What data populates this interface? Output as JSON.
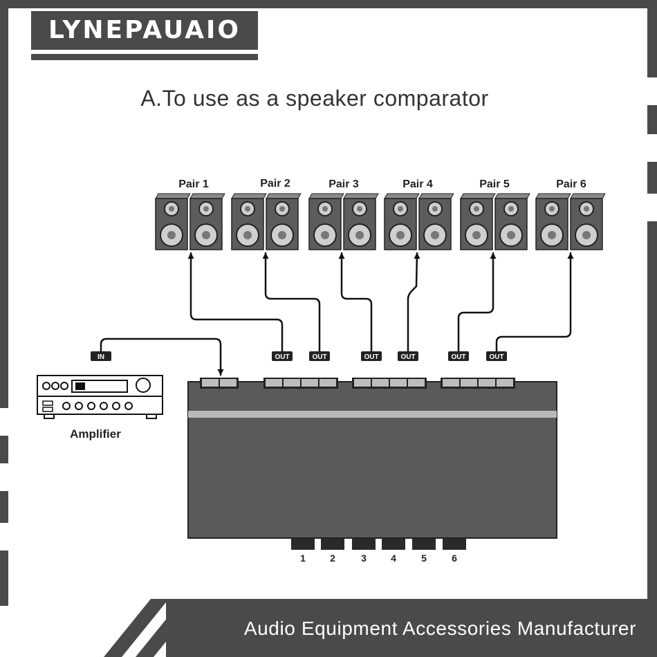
{
  "brand": {
    "logo_text": "LYNEPAUAIO"
  },
  "heading": "A.To use as a speaker comparator",
  "footer": {
    "text": "Audio Equipment Accessories Manufacturer"
  },
  "speakers": {
    "pairs": [
      {
        "label": "Pair 1"
      },
      {
        "label": "Pair 2"
      },
      {
        "label": "Pair 3"
      },
      {
        "label": "Pair 4"
      },
      {
        "label": "Pair 5"
      },
      {
        "label": "Pair 6"
      }
    ]
  },
  "amplifier": {
    "label": "Amplifier",
    "input_tag": "IN"
  },
  "switch_box": {
    "output_tag": "OUT",
    "buttons": [
      "1",
      "2",
      "3",
      "4",
      "5",
      "6"
    ]
  },
  "colors": {
    "frame": "#4a4a4a",
    "device": "#5a5a5a",
    "background": "#ffffff"
  }
}
